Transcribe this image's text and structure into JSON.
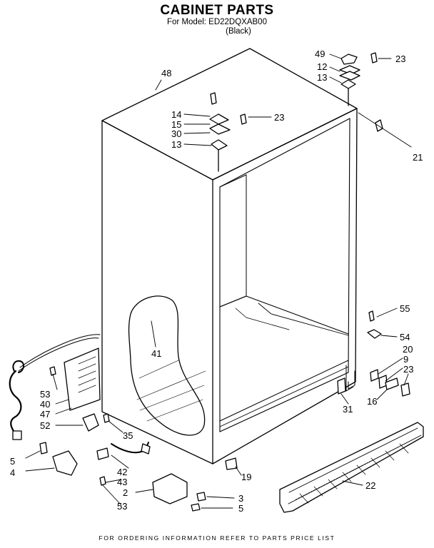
{
  "header": {
    "title": "CABINET PARTS",
    "model_line": "For Model: ED22DQXAB00",
    "color_line": "(Black)"
  },
  "footer": {
    "text": "FOR ORDERING INFORMATION REFER TO PARTS PRICE LIST"
  },
  "callouts": [
    {
      "id": "c48",
      "label": "48"
    },
    {
      "id": "c49",
      "label": "49"
    },
    {
      "id": "c23a",
      "label": "23"
    },
    {
      "id": "c12",
      "label": "12"
    },
    {
      "id": "c13a",
      "label": "13"
    },
    {
      "id": "c14",
      "label": "14"
    },
    {
      "id": "c15",
      "label": "15"
    },
    {
      "id": "c23b",
      "label": "23"
    },
    {
      "id": "c30",
      "label": "30"
    },
    {
      "id": "c13b",
      "label": "13"
    },
    {
      "id": "c21",
      "label": "21"
    },
    {
      "id": "c41",
      "label": "41"
    },
    {
      "id": "c55",
      "label": "55"
    },
    {
      "id": "c54",
      "label": "54"
    },
    {
      "id": "c20",
      "label": "20"
    },
    {
      "id": "c9",
      "label": "9"
    },
    {
      "id": "c23c",
      "label": "23"
    },
    {
      "id": "c16",
      "label": "16"
    },
    {
      "id": "c31",
      "label": "31"
    },
    {
      "id": "c53a",
      "label": "53"
    },
    {
      "id": "c40",
      "label": "40"
    },
    {
      "id": "c47",
      "label": "47"
    },
    {
      "id": "c52",
      "label": "52"
    },
    {
      "id": "c35",
      "label": "35"
    },
    {
      "id": "c5a",
      "label": "5"
    },
    {
      "id": "c4",
      "label": "4"
    },
    {
      "id": "c42",
      "label": "42"
    },
    {
      "id": "c43",
      "label": "43"
    },
    {
      "id": "c2",
      "label": "2"
    },
    {
      "id": "c53b",
      "label": "53"
    },
    {
      "id": "c3",
      "label": "3"
    },
    {
      "id": "c5b",
      "label": "5"
    },
    {
      "id": "c19",
      "label": "19"
    },
    {
      "id": "c22",
      "label": "22"
    }
  ]
}
